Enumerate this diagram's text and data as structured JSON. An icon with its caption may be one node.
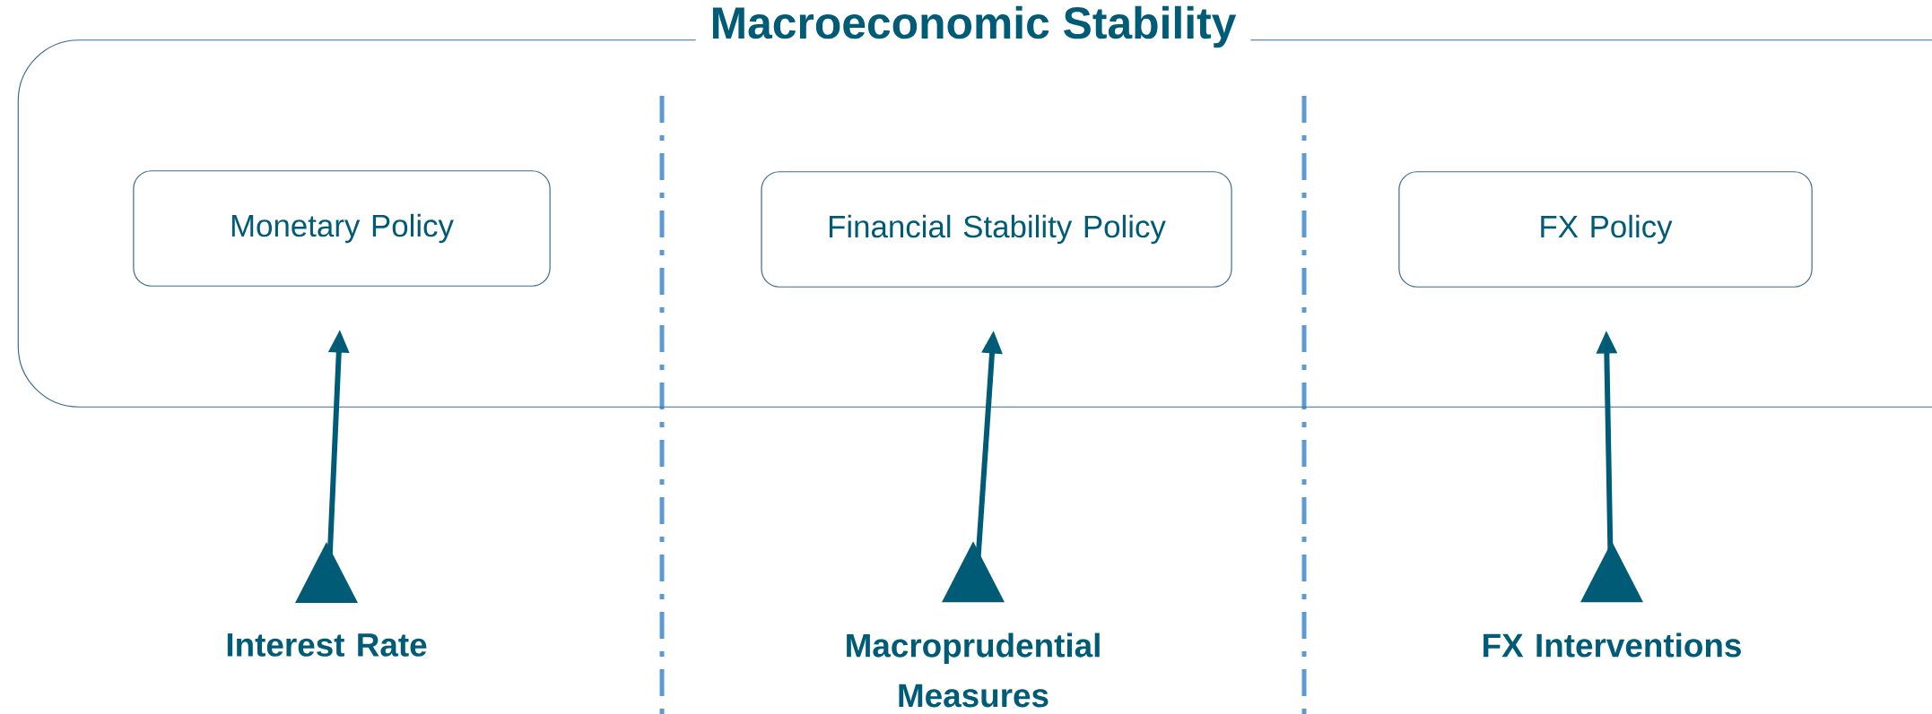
{
  "diagram": {
    "nodes": [
      {
        "text": [
          "Macroeconomic Stability"
        ]
      },
      {
        "text": [
          "Monetary Policy"
        ],
        "in": 0
      },
      {
        "text": [
          "Financial Stability Policy"
        ],
        "in": 0
      },
      {
        "text": [
          "FX Policy"
        ],
        "in": 0
      },
      {
        "text": [
          "Interest Rate"
        ]
      },
      {
        "text": [
          "Macroprudential Measures"
        ]
      },
      {
        "text": [
          "FX Interventions"
        ]
      }
    ],
    "edges": [
      {
        "from": 4,
        "to": 1,
        "arrow": "to"
      },
      {
        "from": 5,
        "to": 2,
        "arrow": "to"
      },
      {
        "from": 6,
        "to": 3,
        "arrow": "to"
      }
    ]
  }
}
